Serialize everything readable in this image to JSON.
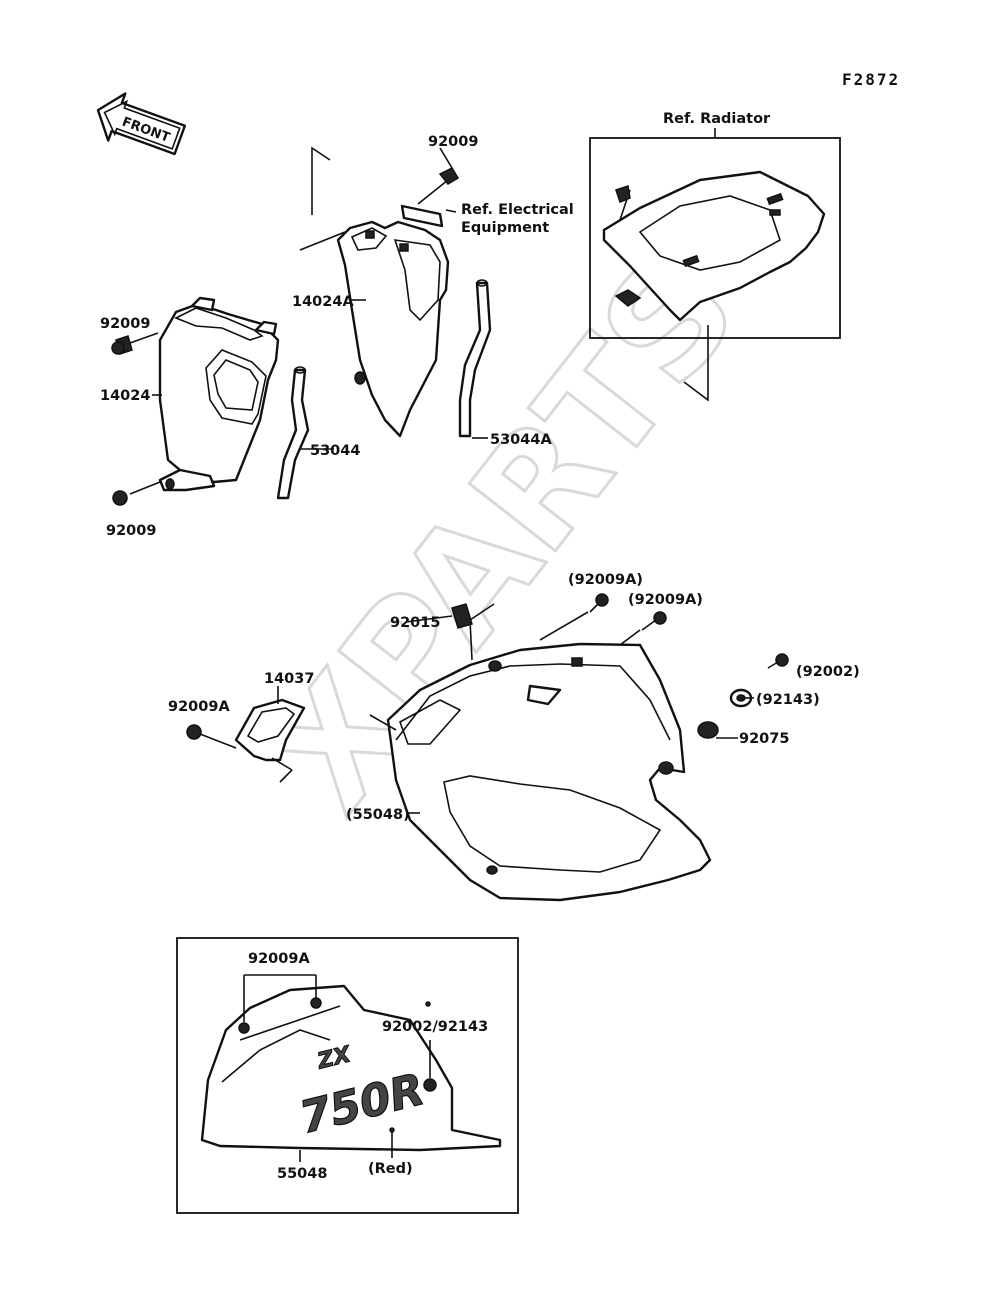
{
  "figure_code": "F2872",
  "watermark": "XPARTS",
  "front_arrow": {
    "label": "FRONT"
  },
  "labels": {
    "bolt_top": "92009",
    "ref_electrical_1": "Ref. Electrical",
    "ref_electrical_2": "Equipment",
    "ref_radiator": "Ref. Radiator",
    "bolt_left_upper": "92009",
    "duct_left": "14024",
    "duct_right": "14024A",
    "hose_left": "53044",
    "hose_right": "53044A",
    "bolt_left_lower": "92009",
    "bolt_cowl_1": "(92009A)",
    "bolt_cowl_2": "(92009A)",
    "clip": "92015",
    "screw_right": "(92002)",
    "grommet_right": "(92143)",
    "damper": "92075",
    "bracket": "14037",
    "bolt_bracket": "92009A",
    "cowl": "(55048)",
    "inset_bolts": "92009A",
    "inset_screw": "92002/92143",
    "inset_cowl": "55048",
    "inset_color": "(Red)",
    "decal": "750R",
    "decal_small": "ZX"
  }
}
